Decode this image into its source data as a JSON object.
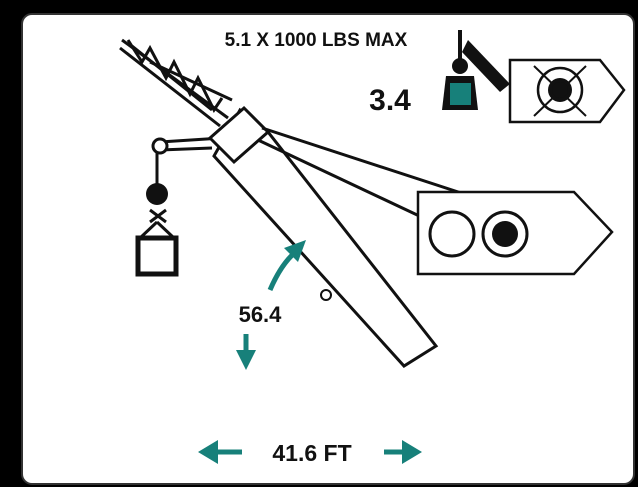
{
  "capacity": {
    "text": "5.1 X 1000 LBS MAX"
  },
  "load": {
    "text": "3.4"
  },
  "angle": {
    "text": "56.4",
    "degree_symbol": "o"
  },
  "radius": {
    "text": "41.6 FT"
  },
  "colors": {
    "accent": "#17807a",
    "line": "#111111",
    "panel": "#ffffff",
    "frame": "#000000"
  },
  "icons": {
    "rigging": "jib-lattice-icon",
    "main_hook": "hook-block-icon",
    "load_weight": "weight-block-icon",
    "aux_reel": "aux-hoist-reel-icon",
    "main_reels": "main-hoist-reels-icon"
  }
}
